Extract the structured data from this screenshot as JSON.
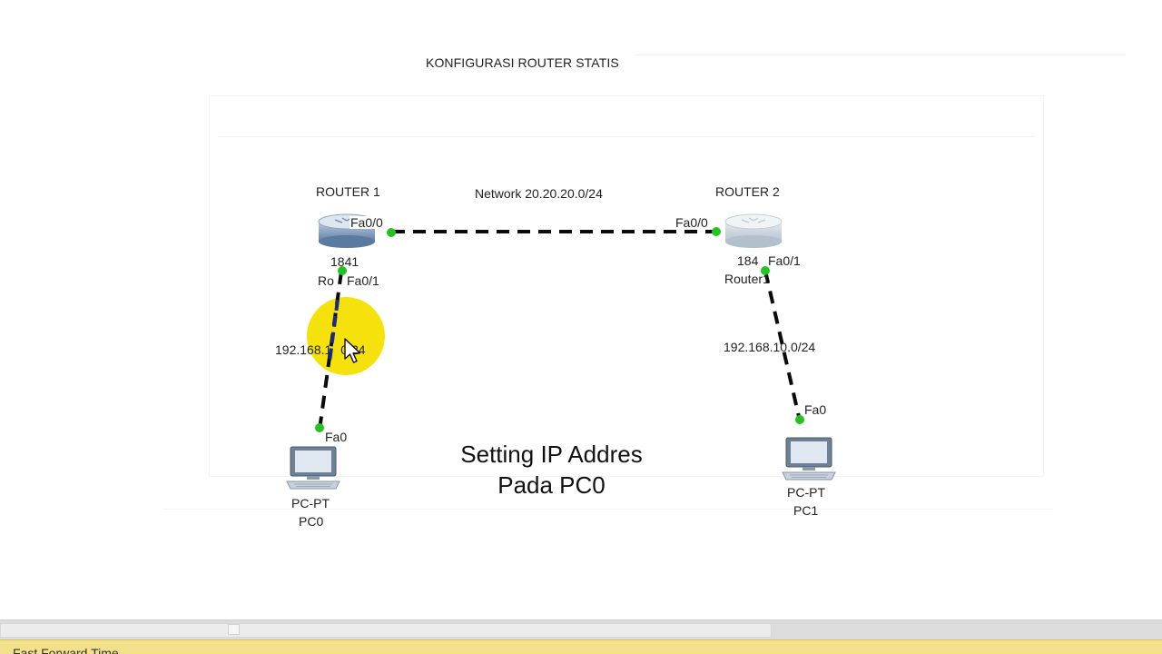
{
  "title": "KONFIGURASI ROUTER STATIS",
  "caption": {
    "line1": "Setting IP Addres",
    "line2": "Pada PC0"
  },
  "devices": {
    "router1": {
      "label": "ROUTER 1",
      "model": "1841",
      "name": "Ro",
      "port_top": "Fa0/0",
      "port_bottom": "Fa0/1"
    },
    "router2": {
      "label": "ROUTER 2",
      "model": "184",
      "name": "Router1",
      "port_top": "Fa0/0",
      "port_bottom": "Fa0/1"
    },
    "pc0": {
      "type": "PC-PT",
      "name": "PC0",
      "port": "Fa0"
    },
    "pc1": {
      "type": "PC-PT",
      "name": "PC1",
      "port": "Fa0"
    }
  },
  "networks": {
    "wan": "Network 20.20.20.0/24",
    "lan_left": "192.168.1",
    "lan_left_suffix": "0/24",
    "lan_right": "192.168.10.0/24"
  },
  "status_bar": {
    "text": "Fast Forward Time"
  },
  "colors": {
    "link": "#0a0a0a",
    "link_highlight": "#1a2a8c",
    "port_dot": "#22c322",
    "cursor_highlight": "#f5e20c",
    "status_bar": "#f2e08a"
  },
  "icons": [
    "router-icon",
    "pc-icon",
    "mouse-cursor-icon"
  ]
}
